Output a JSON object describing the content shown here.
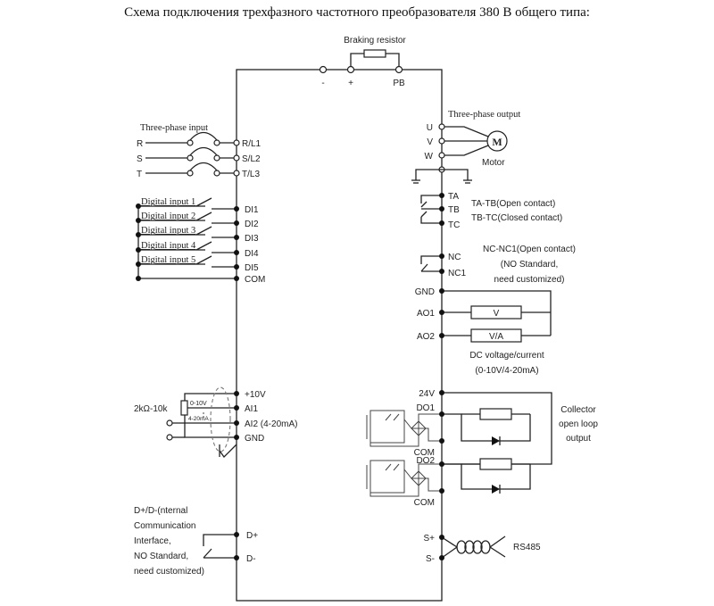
{
  "title": "Схема подключения трехфазного частотного преобразователя 380 В общего типа:",
  "braking": {
    "label": "Braking resistor",
    "terminals": [
      "-",
      "+",
      "PB"
    ]
  },
  "input": {
    "label": "Three-phase input",
    "lines": [
      "R",
      "S",
      "T"
    ],
    "terminals": [
      "R/L1",
      "S/L2",
      "T/L3"
    ]
  },
  "digital_inputs": {
    "switches": [
      "Digital input 1",
      "Digital input 2",
      "Digital input 3",
      "Digital input 4",
      "Digital input 5"
    ],
    "terminals": [
      "DI1",
      "DI2",
      "DI3",
      "DI4",
      "DI5",
      "COM"
    ]
  },
  "analog_inputs": {
    "pot_label": "2kΩ-10k",
    "jumper_v": "0-10V",
    "jumper_ma": "4-20mA",
    "terminals": [
      "+10V",
      "AI1",
      "AI2 (4-20mA)",
      "GND"
    ]
  },
  "comm": {
    "note": [
      "D+/D-(nternal",
      "Communication",
      "Interface,",
      "NO Standard,",
      "need customized)"
    ],
    "terminals": [
      "D+",
      "D-"
    ]
  },
  "output": {
    "label": "Three-phase output",
    "terminals": [
      "U",
      "V",
      "W"
    ],
    "motor_symbol": "M",
    "motor_label": "Motor"
  },
  "relay": {
    "terminals": [
      "TA",
      "TB",
      "TC"
    ],
    "notes": [
      "TA-TB(Open contact)",
      "TB-TC(Closed contact)"
    ]
  },
  "relay2": {
    "terminals": [
      "NC",
      "NC1"
    ],
    "notes": [
      "NC-NC1(Open contact)",
      "(NO Standard,",
      "need customized)"
    ]
  },
  "analog_outputs": {
    "terminals": [
      "GND",
      "AO1",
      "AO2"
    ],
    "meters": [
      "V",
      "V/A"
    ],
    "notes": [
      "DC voltage/current",
      "(0-10V/4-20mA)"
    ]
  },
  "digital_outputs": {
    "terminals": [
      "24V",
      "DO1",
      "COM",
      "DO2",
      "COM"
    ],
    "notes": [
      "Collector",
      "open loop",
      "output"
    ]
  },
  "rs485": {
    "terminals": [
      "S+",
      "S-"
    ],
    "label": "RS485"
  }
}
